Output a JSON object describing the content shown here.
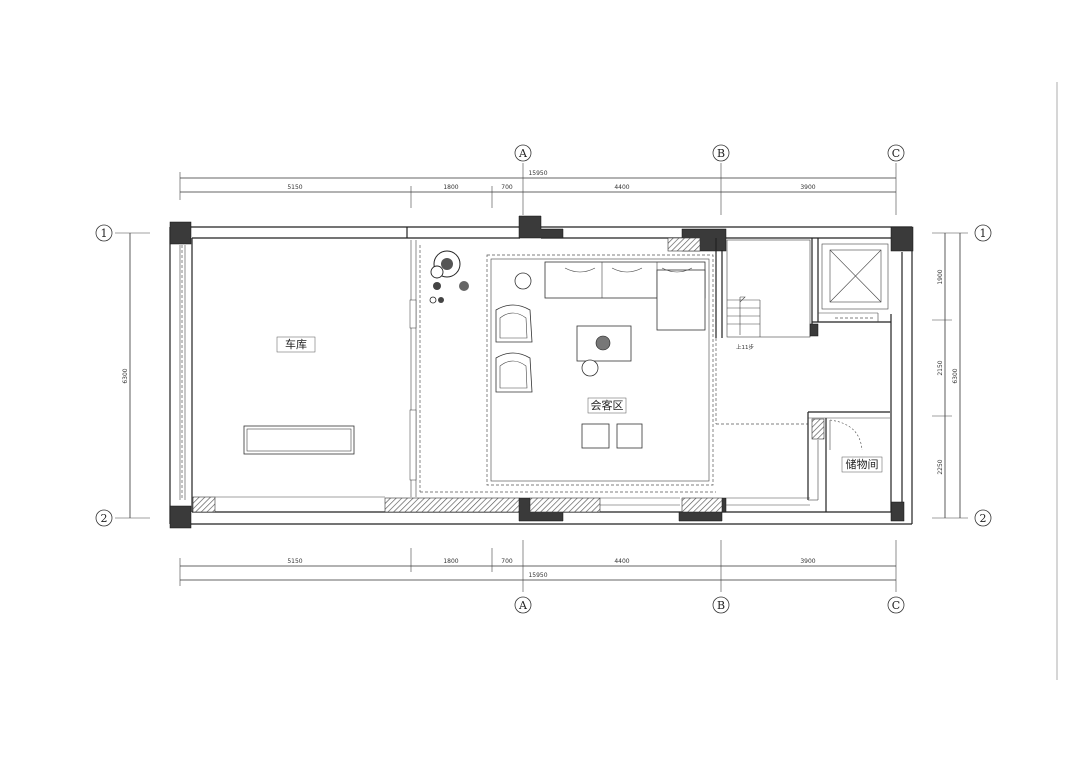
{
  "axes": {
    "columns": [
      "A",
      "B",
      "C"
    ],
    "rows": [
      "1",
      "2"
    ]
  },
  "dimensions": {
    "top_total": "15950",
    "top_segments": [
      "5150",
      "1800",
      "700",
      "4400",
      "3900"
    ],
    "bottom_total": "15950",
    "bottom_segments": [
      "5150",
      "1800",
      "700",
      "4400",
      "3900"
    ],
    "left_total": "6300",
    "right_total": "6300",
    "right_segments": [
      "1900",
      "2150",
      "2250"
    ]
  },
  "rooms": {
    "garage": "车库",
    "reception": "会客区",
    "storage": "储物间"
  },
  "stair_note": "上11步"
}
